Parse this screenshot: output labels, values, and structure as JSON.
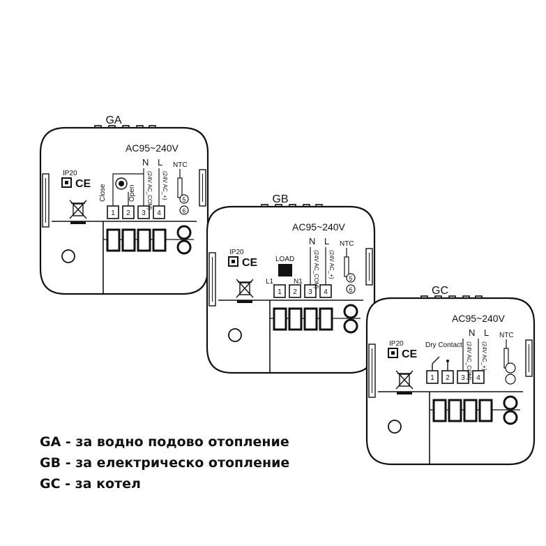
{
  "units": [
    {
      "code": "GA",
      "supply_label": "AC95~240V",
      "n_label": "N",
      "l_label": "L",
      "ntc_label": "NTC",
      "ip_label": "IP20",
      "ce_label": "CE",
      "close_label": "Close",
      "open_label": "Open",
      "alt_supply_label": "(24V AC_+)",
      "com_label": "(24V AC_COM)",
      "terminals": [
        "1",
        "2",
        "3",
        "4"
      ],
      "sensor_terminals": [
        "5",
        "6"
      ]
    },
    {
      "code": "GB",
      "supply_label": "AC95~240V",
      "n_label": "N",
      "l_label": "L",
      "ntc_label": "NTC",
      "ip_label": "IP20",
      "ce_label": "CE",
      "load_label": "LOAD",
      "l1_label": "L1",
      "n1_label": "N1",
      "alt_supply_label": "(24V AC_+)",
      "com_label": "(24V AC_COM)",
      "terminals": [
        "1",
        "2",
        "3",
        "4"
      ],
      "sensor_terminals": [
        "5",
        "6"
      ]
    },
    {
      "code": "GC",
      "supply_label": "AC95~240V",
      "n_label": "N",
      "l_label": "L",
      "ntc_label": "NTC",
      "ip_label": "IP20",
      "ce_label": "CE",
      "dry_contact_label": "Dry Contact",
      "alt_supply_label": "(24V AC_+)",
      "com_label": "(24V AC_COM)",
      "terminals": [
        "1",
        "2",
        "3",
        "4"
      ]
    }
  ],
  "legend": [
    "GA - за водно подово отопление",
    "GB - за електрическо отопление",
    "GC - за котел"
  ]
}
